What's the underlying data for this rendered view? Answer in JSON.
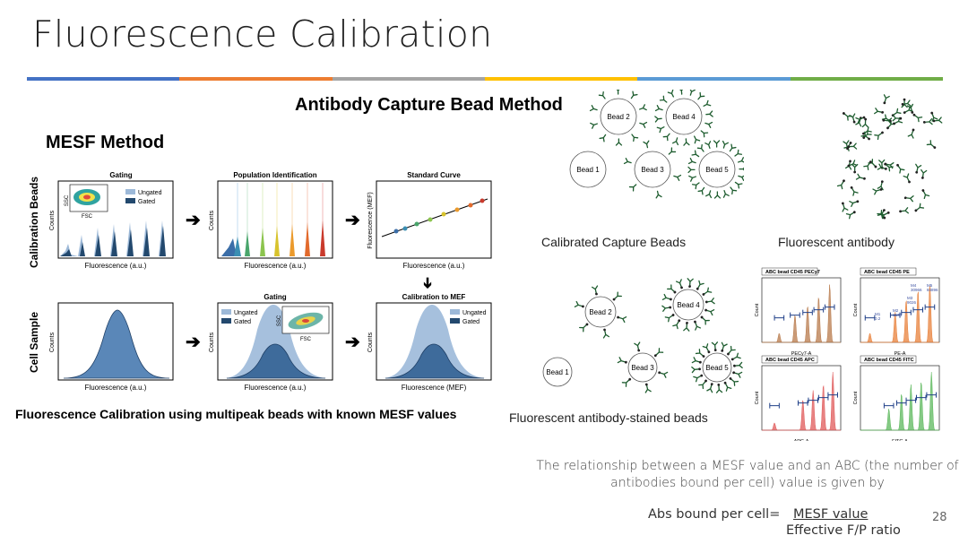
{
  "slide": {
    "title": "Fluorescence Calibration",
    "page_number": "28",
    "rule_colors": [
      "#4472c4",
      "#ed7d31",
      "#a5a5a5",
      "#ffc000",
      "#5b9bd5",
      "#70ad47"
    ]
  },
  "headings": {
    "acb": "Antibody Capture Bead Method",
    "mesf": "MESF Method"
  },
  "mesf_panel": {
    "row_labels": [
      "Calibration Beads",
      "Cell Sample"
    ],
    "p1_title": "Gating",
    "p2_title": "Population Identification",
    "p3_title": "Standard Curve",
    "p5_title": "Gating",
    "p6_title": "Calibration to MEF",
    "counts": "Counts",
    "xlabel_au": "Fluorescence (a.u.)",
    "xlabel_mef": "Fluorescence (MEF)",
    "ylabel_mef": "Fluorescence (MEF)",
    "legend_ungated": "Ungated",
    "legend_gated": "Gated",
    "ssc": "SSC",
    "fsc": "FSC"
  },
  "captions": {
    "mesf_caption": "Fluorescence Calibration using multipeak beads with known MESF values",
    "stained_beads": "Fluorescent antibody-stained beads",
    "capture_beads": "Calibrated Capture Beads",
    "fluor_antibody": "Fluorescent antibody"
  },
  "beads": {
    "b1": "Bead 1",
    "b2": "Bead 2",
    "b3": "Bead 3",
    "b4": "Bead 4",
    "b5": "Bead 5"
  },
  "abc_plots": {
    "titles": [
      "ABC bead CD45 PECy7",
      "ABC bead CD45 PE",
      "ABC bead CD45 APC",
      "ABC bead CD45 FITC"
    ],
    "xlabels": [
      "PECy7-A",
      "PE-A",
      "APC-A",
      "FITC-A"
    ],
    "ylabel": "Count",
    "colors": [
      "#b87a4b",
      "#e8803a",
      "#e05a5a",
      "#5cb85c"
    ],
    "pe_markers": [
      "M1\n0.2",
      "M2\n1574",
      "M3\n9026",
      "M4\n30966",
      "M5\n84896"
    ]
  },
  "relationship": {
    "line1": "The relationship between a MESF value and an ABC (the number of",
    "line2": "antibodies bound per cell) value is given by",
    "lhs": "Abs bound per cell=",
    "numerator": "MESF value",
    "denominator": "Effective F/P ratio"
  }
}
